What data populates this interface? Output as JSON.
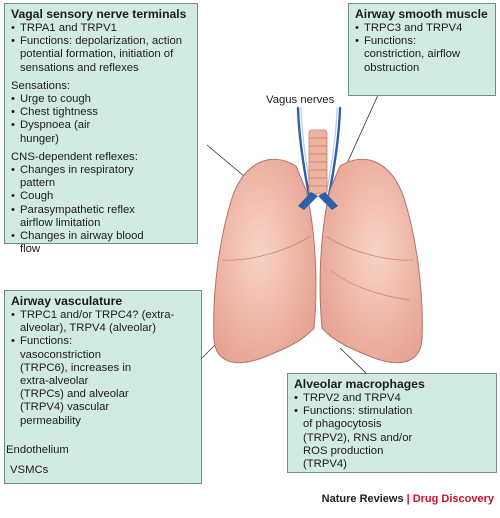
{
  "boxes": {
    "vagal": {
      "title": "Vagal sensory nerve terminals",
      "items": [
        "TRPA1 and TRPV1",
        "Functions: depolarization, action potential formation, initiation of sensations and reflexes"
      ],
      "sensations_heading": "Sensations:",
      "sensations": [
        "Urge to cough",
        "Chest tightness",
        "Dyspnoea (air hunger)"
      ],
      "reflexes_heading": "CNS-dependent reflexes:",
      "reflexes": [
        "Changes in respiratory pattern",
        "Cough",
        "Parasympathetic reflex airflow limitation",
        "Changes in airway blood flow"
      ]
    },
    "smooth_muscle": {
      "title": "Airway smooth muscle",
      "items": [
        "TRPC3 and TRPV4",
        "Functions: constriction, airflow obstruction"
      ]
    },
    "vasculature": {
      "title": "Airway vasculature",
      "items": [
        "TRPC1 and/or TRPC4? (extra-alveolar), TRPV4 (alveolar)",
        "Functions: vasoconstriction (TRPC6), increases in extra-alveolar (TRPCs) and alveolar (TRPV4) vascular permeability"
      ]
    },
    "macrophages": {
      "title": "Alveolar macrophages",
      "items": [
        "TRPV2 and TRPV4",
        "Functions: stimulation of phagocytosis (TRPV2), RNS and/or ROS production (TRPV4)"
      ]
    }
  },
  "labels": {
    "vagus": "Vagus nerves",
    "endothelium": "Endothelium",
    "vsmcs": "VSMCs"
  },
  "credit": {
    "publisher": "Nature Reviews",
    "separator": "|",
    "journal": "Drug Discovery"
  },
  "colors": {
    "box_fill": "#d1ebe0",
    "lung": "#f2bcae",
    "nerve": "#2f5fa8",
    "vessel": "#c8463c",
    "macrophage": "#b86ac0",
    "accent": "#c8102e"
  }
}
